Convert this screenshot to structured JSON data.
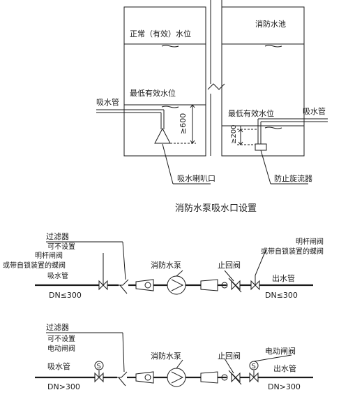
{
  "top_diagram": {
    "left_tank": {
      "normal_level_label": "正常（有效）水位",
      "min_level_label": "最低有效水位",
      "suction_pipe_label": "吸水管",
      "dim_label": "≥600",
      "bellmouth_label": "吸水喇叭口"
    },
    "right_tank": {
      "pool_label": "消防水池",
      "min_level_label": "最低有效水位",
      "suction_pipe_label": "吸水管",
      "dim_label": "≥200",
      "vortex_label": "防止旋流器"
    },
    "caption": "消防水泵吸水口设置"
  },
  "middle_diagram": {
    "filter_label": "过滤器",
    "optional_label": "可不设置",
    "gate_valve_label": "明杆闸阀",
    "butterfly_label": "或带自锁装置的蝶阀",
    "suction_label": "吸水管",
    "dn_label": "DN≤300",
    "pump_label": "消防水泵",
    "check_valve_label": "止回阀",
    "out_gate_label": "明杆闸阀",
    "out_butterfly_label": "或带自锁装置的蝶阀",
    "outlet_label": "出水管",
    "out_dn_label": "DN≤300"
  },
  "bottom_diagram": {
    "filter_label": "过滤器",
    "optional_label": "可不设置",
    "electric_valve_label": "电动闸阀",
    "suction_label": "吸水管",
    "dn_label": "DN>300",
    "pump_label": "消防水泵",
    "check_valve_label": "止回阀",
    "out_electric_label": "电动闸阀",
    "outlet_label": "出水管",
    "out_dn_label": "DN>300"
  }
}
